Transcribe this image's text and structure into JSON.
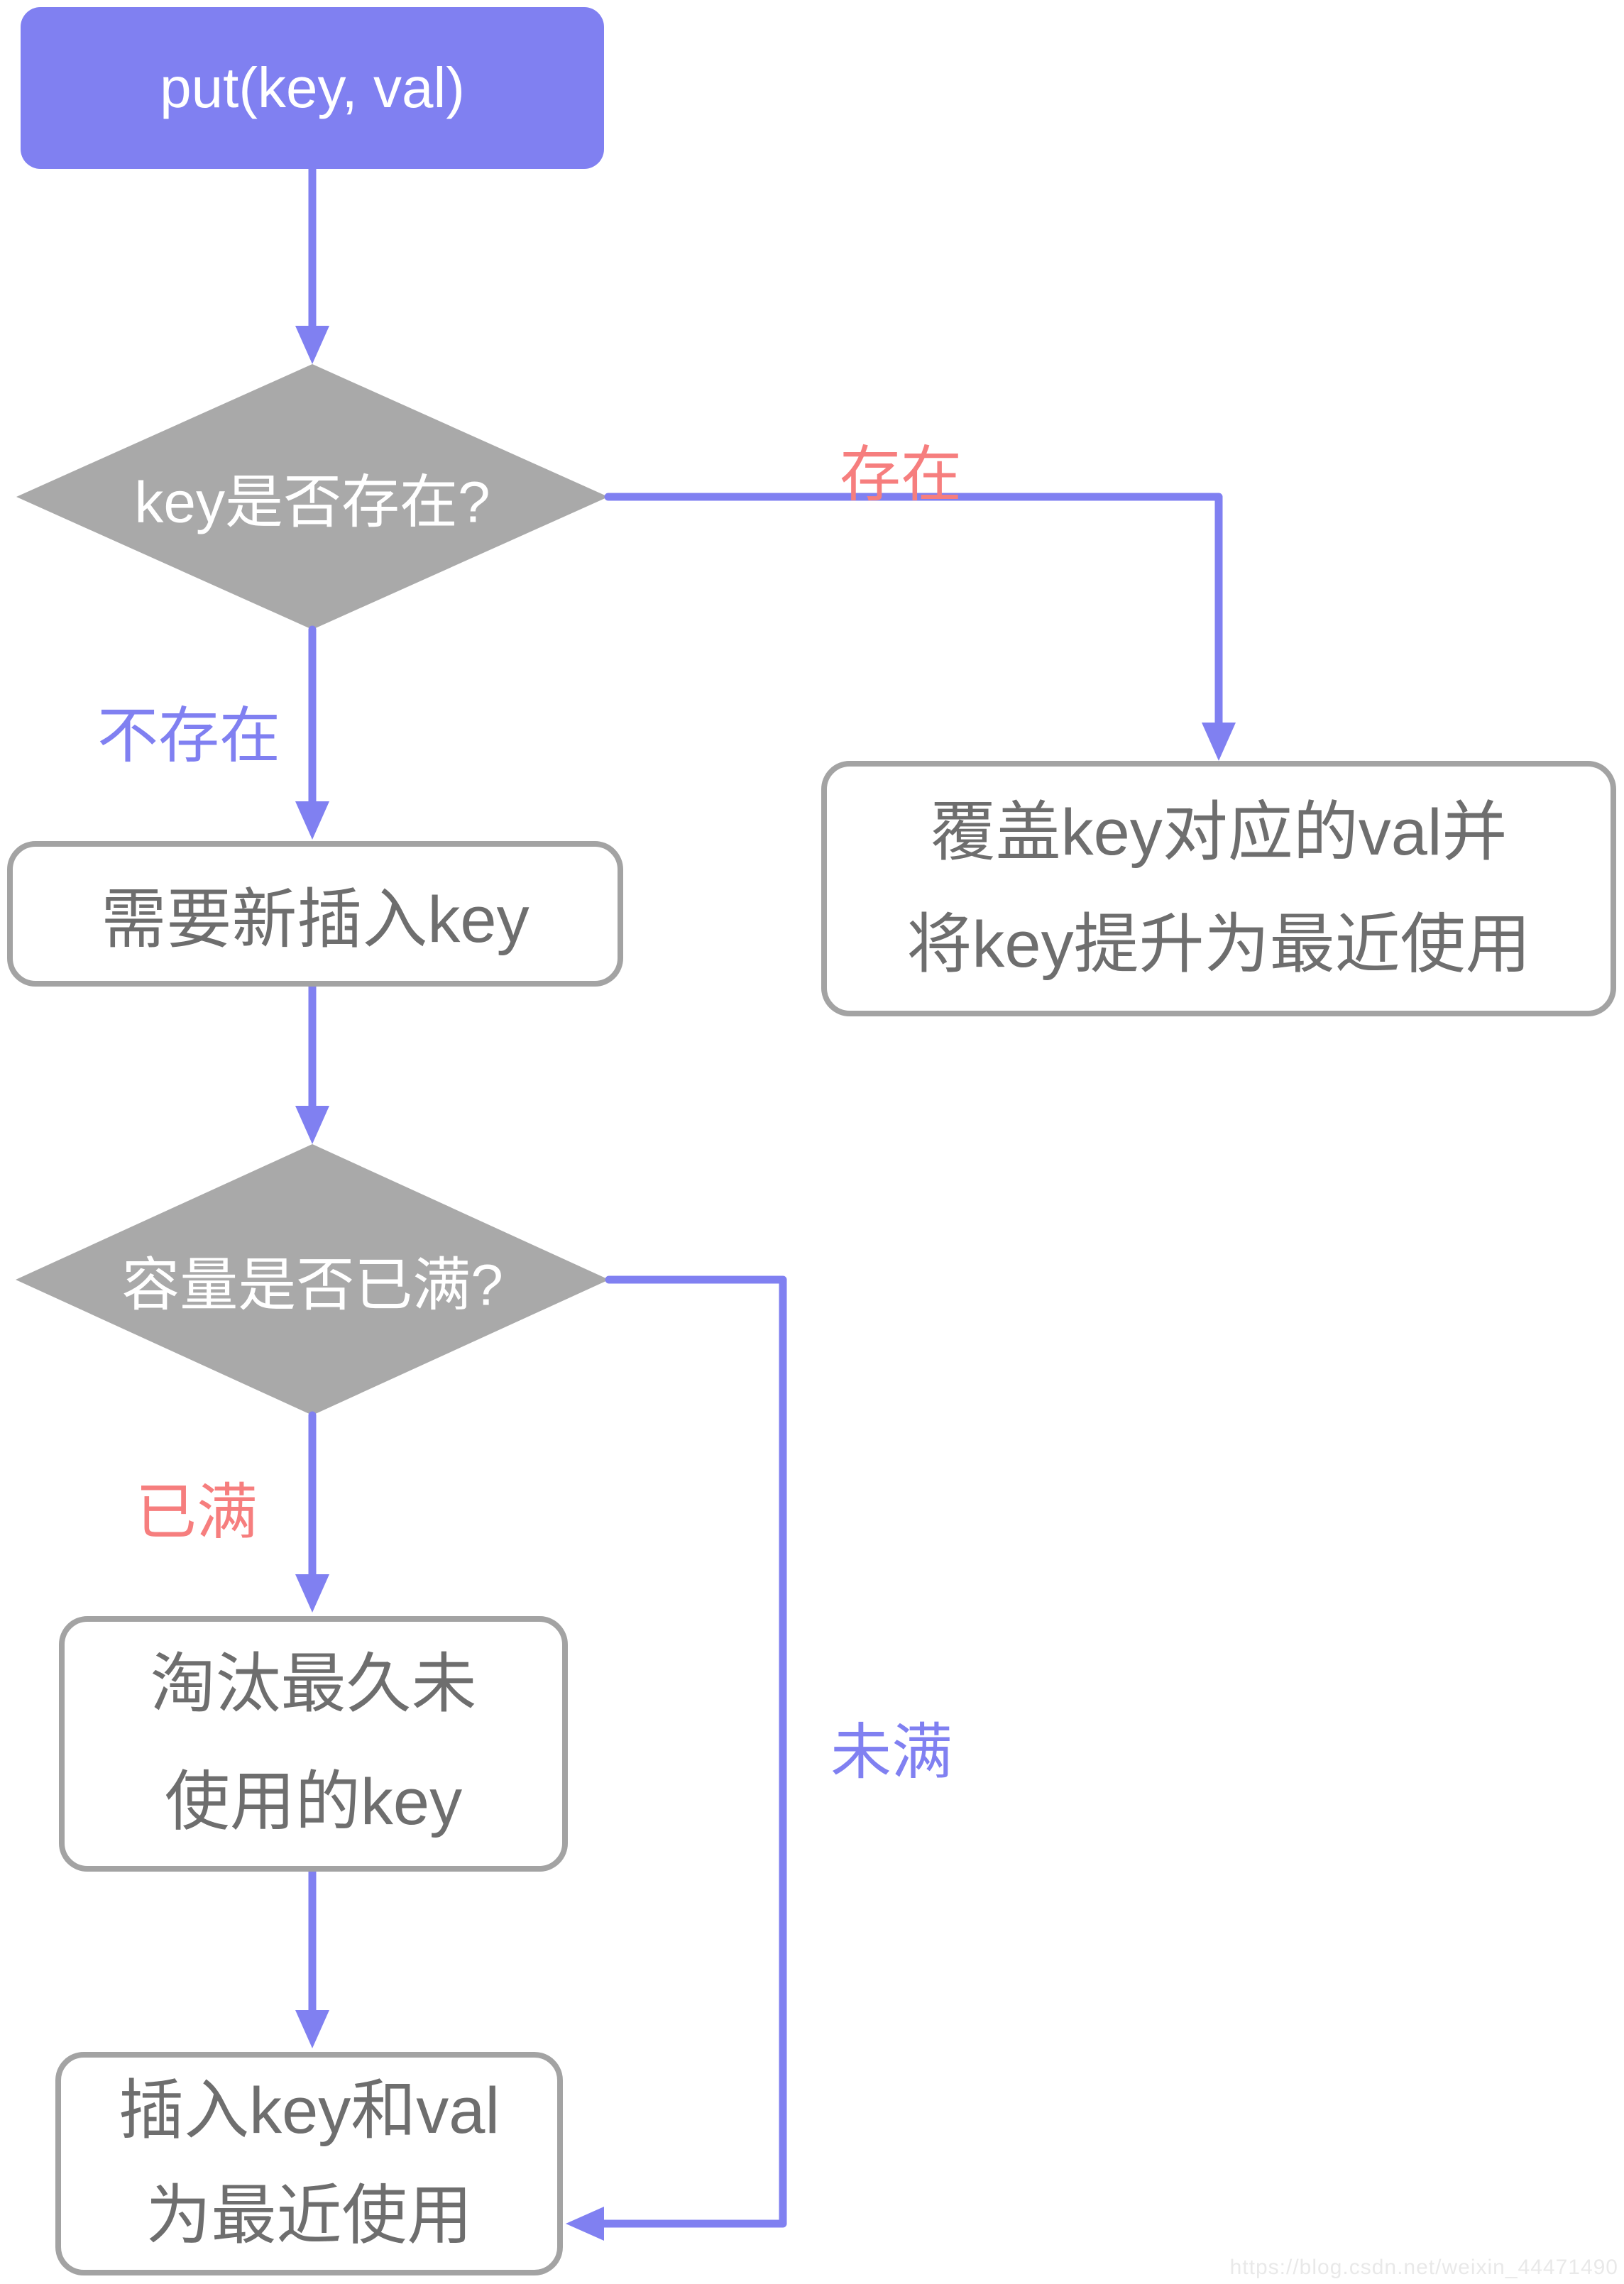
{
  "title": "LRU put flowchart",
  "colors": {
    "accent": "#8080f1",
    "branch_yes": "#f67e7e",
    "node_gray": "#a9a9a9",
    "box_border": "#a3a3a3",
    "box_text": "#6e6e6e",
    "start_text": "#ffffff",
    "watermark": "#e9e9e9",
    "page_bg": "#ffffff"
  },
  "nodes": {
    "start": {
      "label": "put(key, val)"
    },
    "decision_key_exists": {
      "label": "key是否存在?"
    },
    "process_overwrite": {
      "line1": "覆盖key对应的val并",
      "line2": "将key提升为最近使用"
    },
    "process_new_insert": {
      "label": "需要新插入key"
    },
    "decision_capacity_full": {
      "label": "容量是否已满?"
    },
    "process_evict": {
      "line1": "淘汰最久未",
      "line2": "使用的key"
    },
    "process_insert": {
      "line1": "插入key和val",
      "line2": "为最近使用"
    }
  },
  "edge_labels": {
    "exists": "存在",
    "not_exists": "不存在",
    "full": "已满",
    "not_full": "未满"
  },
  "watermark": "https://blog.csdn.net/weixin_44471490"
}
